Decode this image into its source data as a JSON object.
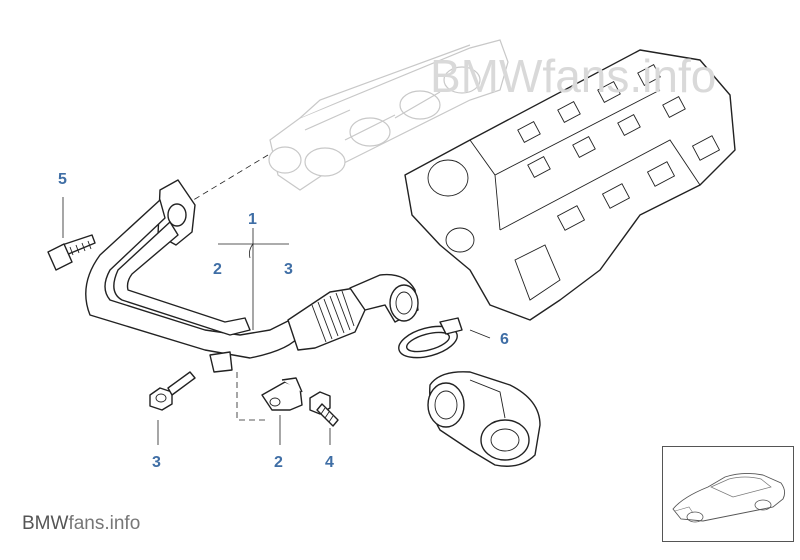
{
  "watermark": "BMWfans.info",
  "brand": {
    "bold": "BMW",
    "rest": "fans.info"
  },
  "callouts": {
    "c5": "5",
    "c1": "1",
    "c2_top": "2",
    "c3_top": "3",
    "c6": "6",
    "c3_bottom": "3",
    "c2_bottom": "2",
    "c4": "4"
  },
  "icons": {
    "thumbnail": "car-silhouette-icon"
  },
  "colors": {
    "callout": "#3f6ea5",
    "line": "#222222",
    "watermark": "#d9d9d9"
  }
}
